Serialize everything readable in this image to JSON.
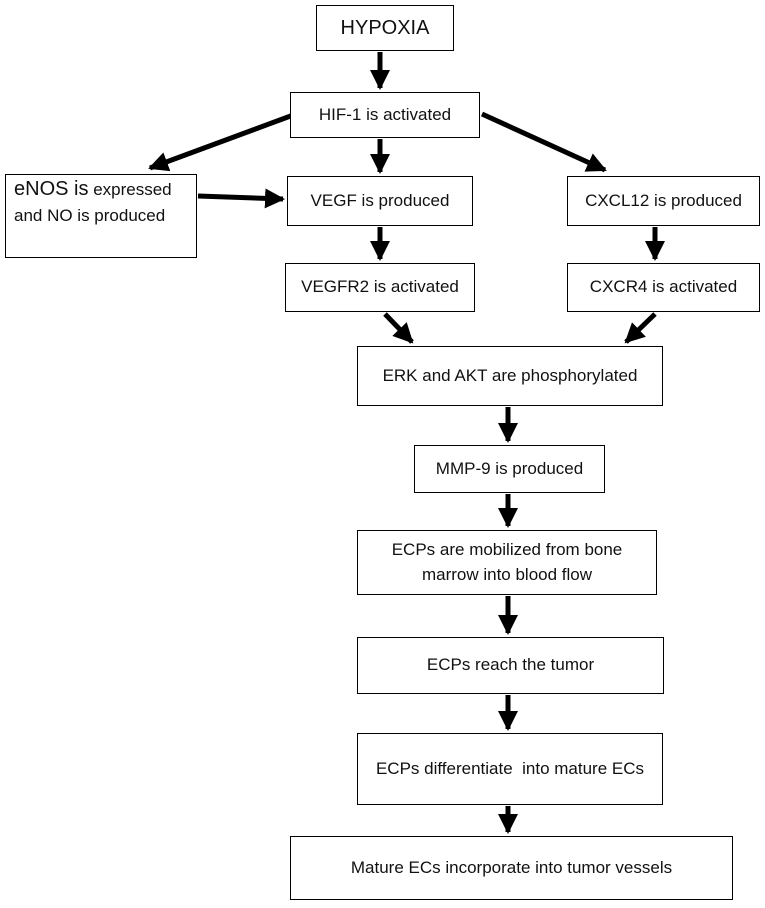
{
  "nodes": {
    "hypoxia": "HYPOXIA",
    "hif1": "HIF-1 is activated",
    "enos": {
      "big": "eNOS is",
      "rest1": " expressed",
      "line2": "and NO is produced"
    },
    "vegf": "VEGF is produced",
    "cxcl12": "CXCL12 is produced",
    "vegfr2": "VEGFR2 is activated",
    "cxcr4": "CXCR4 is activated",
    "erk_akt": "ERK and AKT are phosphorylated",
    "mmp9": "MMP-9 is produced",
    "ecps_mobilized": {
      "line1": "ECPs are mobilized from bone",
      "line2": "marrow into blood flow"
    },
    "ecps_reach": "ECPs reach the tumor",
    "ecps_differentiate": "ECPs differentiate  into mature ECs",
    "mature_ecs": "Mature ECs incorporate into tumor vessels"
  },
  "edges": [
    [
      "hypoxia",
      "hif1"
    ],
    [
      "hif1",
      "enos"
    ],
    [
      "hif1",
      "vegf"
    ],
    [
      "hif1",
      "cxcl12"
    ],
    [
      "enos",
      "vegf"
    ],
    [
      "vegf",
      "vegfr2"
    ],
    [
      "cxcl12",
      "cxcr4"
    ],
    [
      "vegfr2",
      "erk_akt"
    ],
    [
      "cxcr4",
      "erk_akt"
    ],
    [
      "erk_akt",
      "mmp9"
    ],
    [
      "mmp9",
      "ecps_mobilized"
    ],
    [
      "ecps_mobilized",
      "ecps_reach"
    ],
    [
      "ecps_reach",
      "ecps_differentiate"
    ],
    [
      "ecps_differentiate",
      "mature_ecs"
    ]
  ],
  "colors": {
    "line": "#000000",
    "box_border": "#000000",
    "text": "#111111"
  }
}
